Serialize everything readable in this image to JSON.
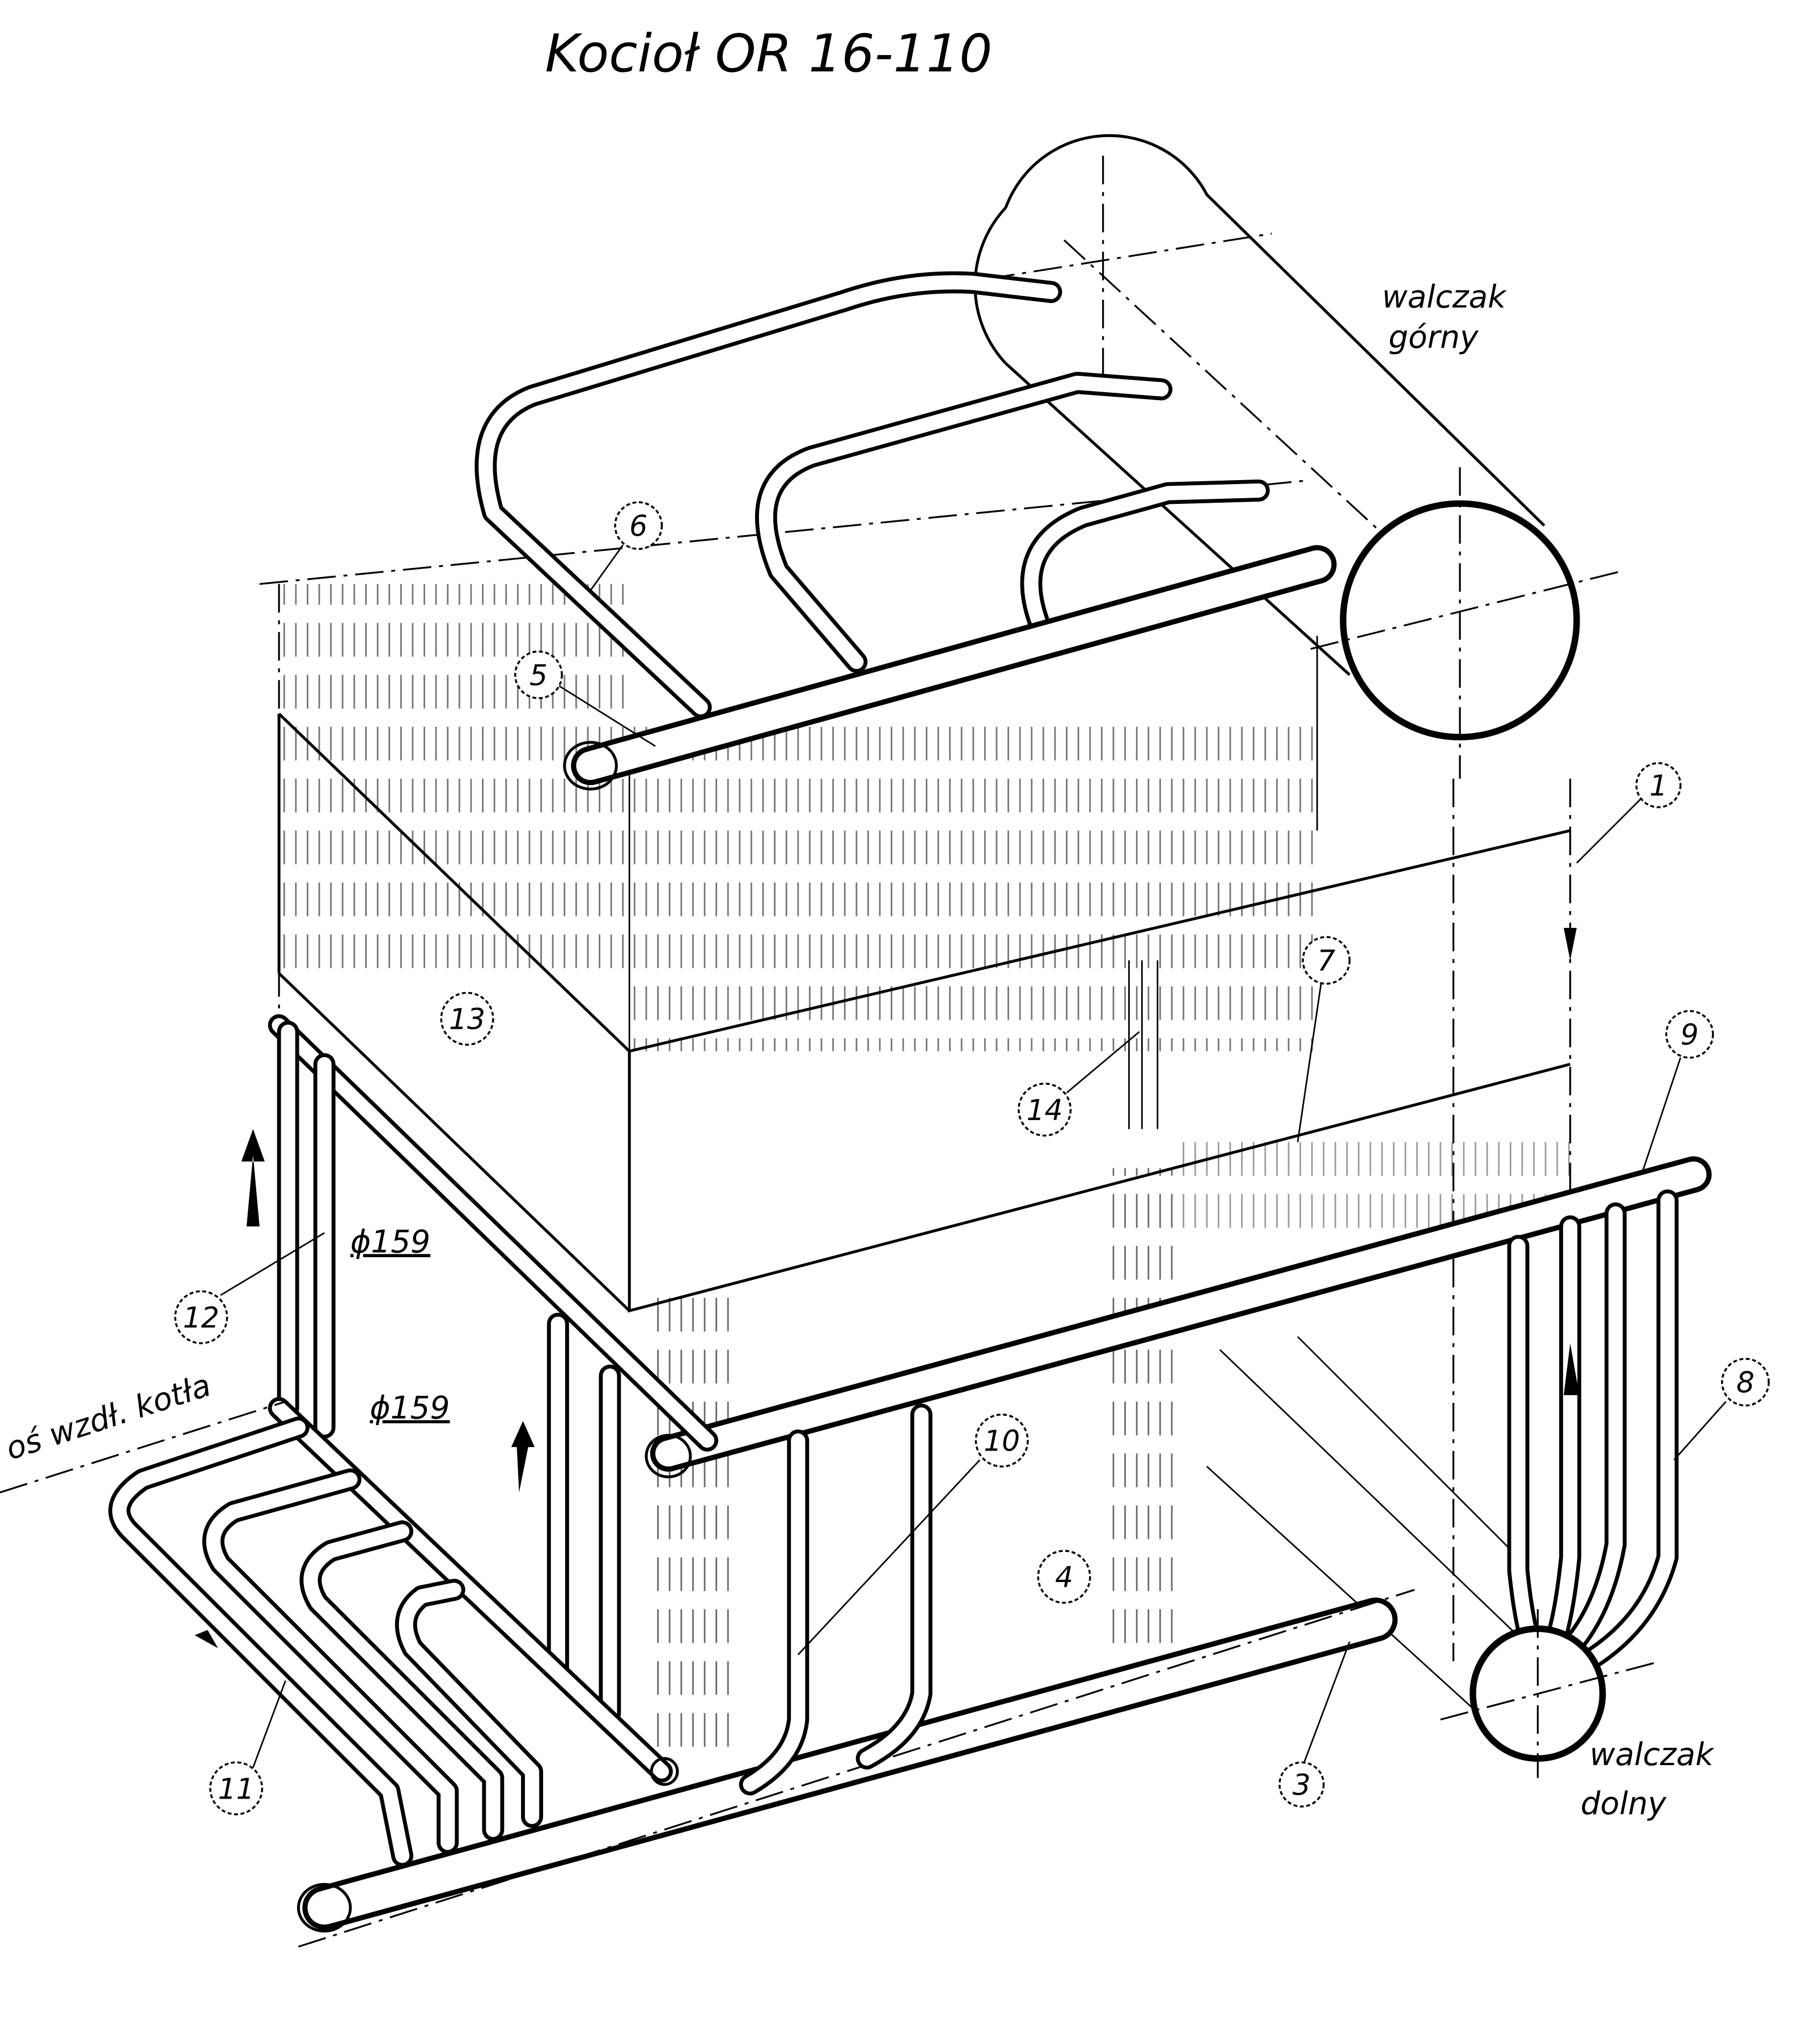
{
  "title": "Kocioł OR 16-110",
  "labels": {
    "upper_drum_line1": "walczak",
    "upper_drum_line2": "górny",
    "lower_drum_line1": "walczak",
    "lower_drum_line2": "dolny",
    "boiler_axis": "oś wzdł. kotła",
    "diameter_1": "ϕ159",
    "diameter_2": "ϕ159"
  },
  "callouts": [
    "1",
    "3",
    "4",
    "5",
    "6",
    "7",
    "8",
    "9",
    "10",
    "11",
    "12",
    "13",
    "14"
  ]
}
